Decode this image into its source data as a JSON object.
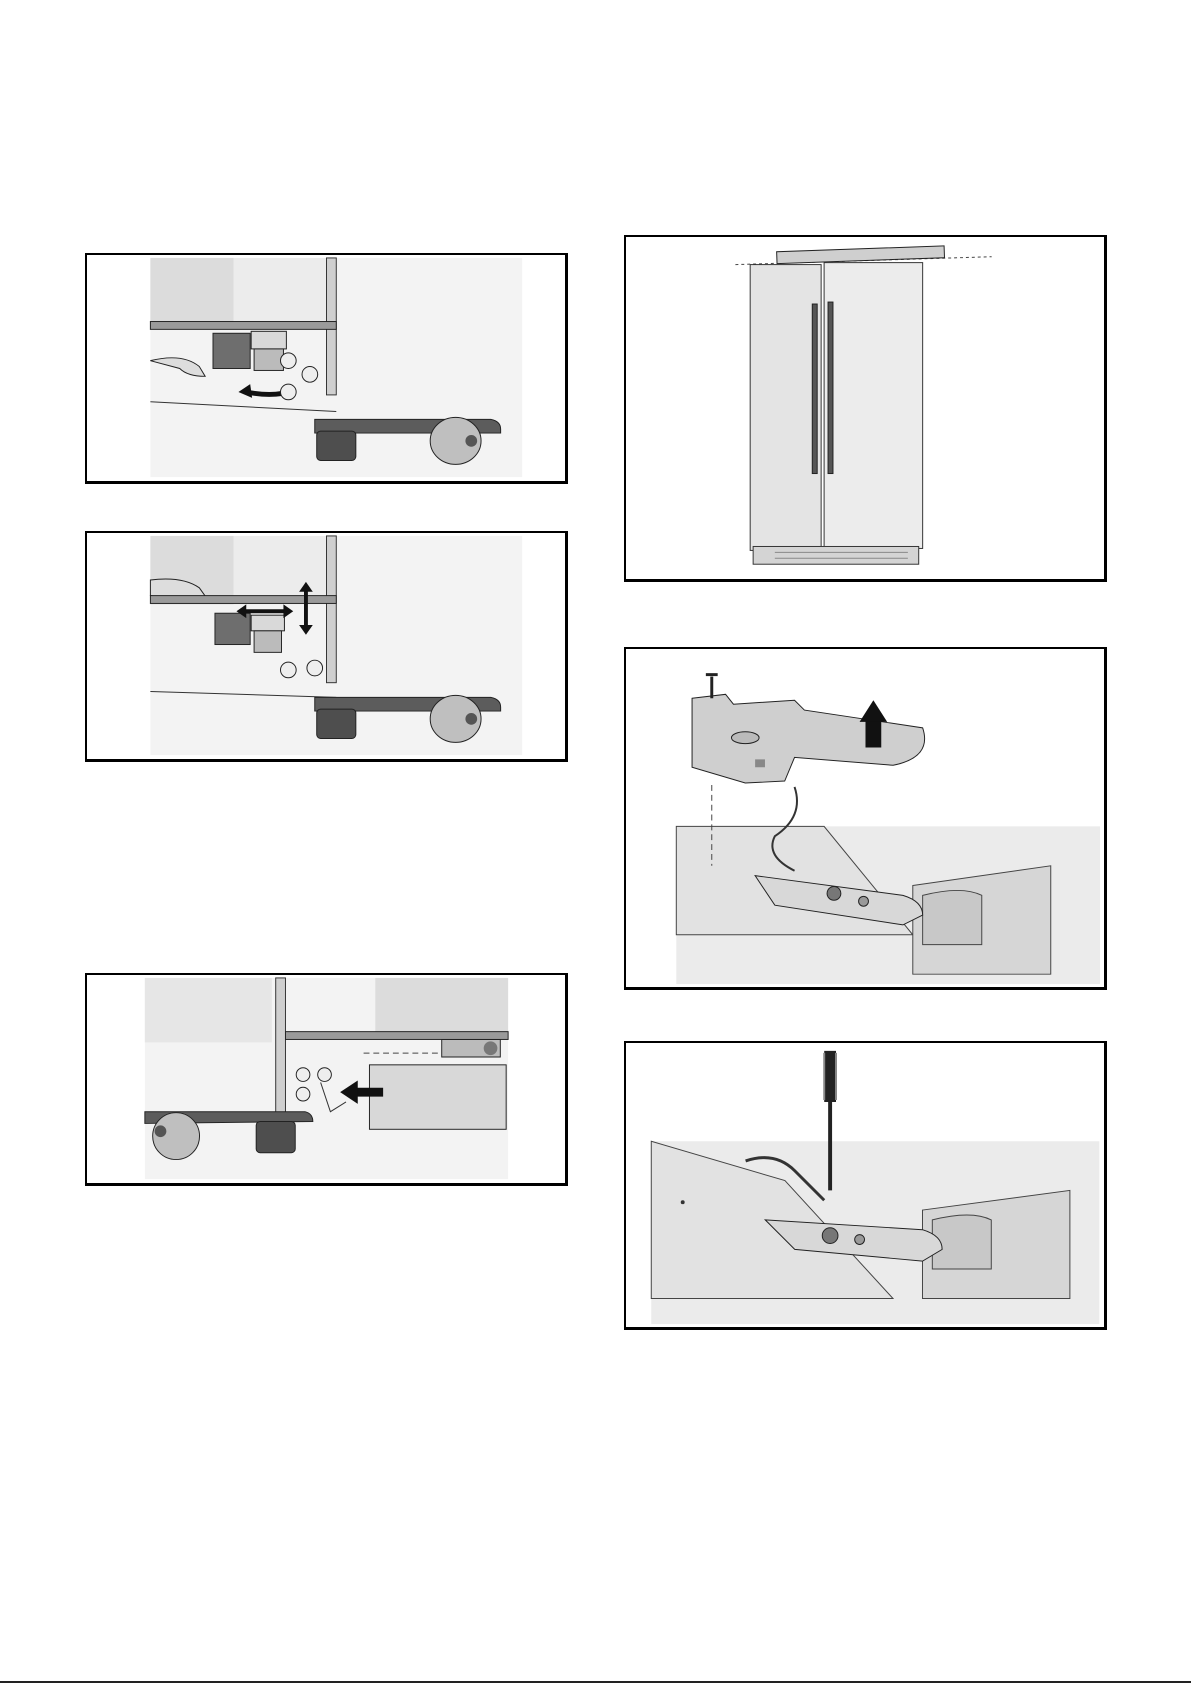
{
  "page": {
    "figures": [
      {
        "id": "fig-1",
        "subject": "wrench-loosening-lock-nut"
      },
      {
        "id": "fig-2",
        "subject": "wrench-adjusting-leveling-leg"
      },
      {
        "id": "fig-3",
        "subject": "installing-front-toe-cover"
      },
      {
        "id": "fig-4",
        "subject": "leveling-refrigerator-top"
      },
      {
        "id": "fig-5",
        "subject": "removing-hinge-cover"
      },
      {
        "id": "fig-6",
        "subject": "screwdriver-on-hinge"
      }
    ]
  },
  "colors": {
    "line": "#1a1a1a",
    "light_gray": "#e6e6e6",
    "mid_gray": "#bdbdbd",
    "dark_gray": "#4a4a4a",
    "arrow": "#111111"
  }
}
